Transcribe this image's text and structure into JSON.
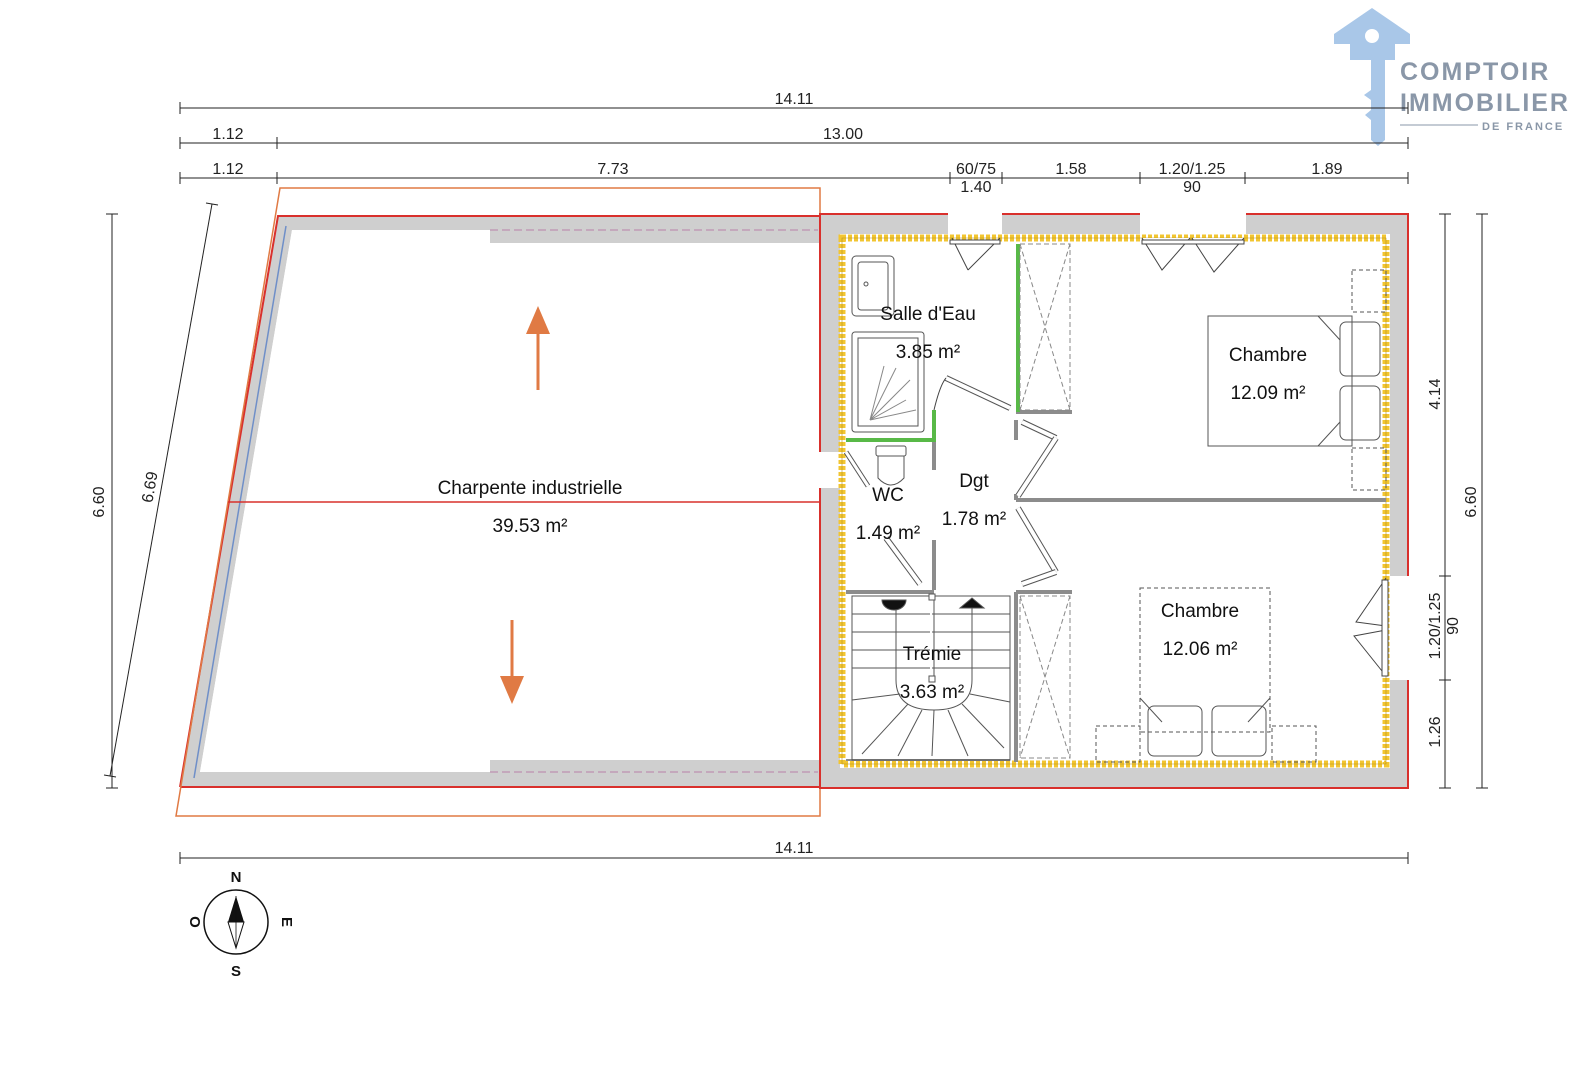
{
  "logo": {
    "line1": "COMPTOIR",
    "line2": "IMMOBILIER",
    "line3": "DE FRANCE",
    "color": "#8a97a8",
    "icon": "key-house-icon"
  },
  "dimensions": {
    "top_total": "14.11",
    "top_left": "1.12",
    "top_main": "13.00",
    "seg_left": "1.12",
    "seg_attic": "7.73",
    "seg_door": "60/75",
    "seg_door_sub": "1.40",
    "seg_mid": "1.58",
    "seg_window": "1.20/1.25",
    "seg_window_sub": "90",
    "seg_right": "1.89",
    "bottom_total": "14.11",
    "left_height": "6.60",
    "left_diagonal": "6.69",
    "right_upper": "4.14",
    "right_window": "1.20/1.25",
    "right_window_sub": "90",
    "right_lower": "1.26",
    "right_total": "6.60"
  },
  "rooms": {
    "attic": {
      "name": "Charpente industrielle",
      "area": "39.53 m²"
    },
    "bathroom": {
      "name": "Salle d'Eau",
      "area": "3.85 m²"
    },
    "bedroom1": {
      "name": "Chambre",
      "area": "12.09 m²"
    },
    "wc": {
      "name": "WC",
      "area": "1.49 m²"
    },
    "hall": {
      "name": "Dgt",
      "area": "1.78 m²"
    },
    "bedroom2": {
      "name": "Chambre",
      "area": "12.06 m²"
    },
    "stairs": {
      "name": "Trémie",
      "area": "3.63 m²"
    }
  },
  "compass": {
    "n": "N",
    "s": "S",
    "e": "E",
    "w": "O"
  },
  "colors": {
    "outline_red": "#d9302c",
    "attic_orange": "#e07a44",
    "insulation_yellow": "#f2c530",
    "wall_gray": "#cfcfcf",
    "partition_gray": "#8c8c8c",
    "partition_green": "#58b947"
  }
}
